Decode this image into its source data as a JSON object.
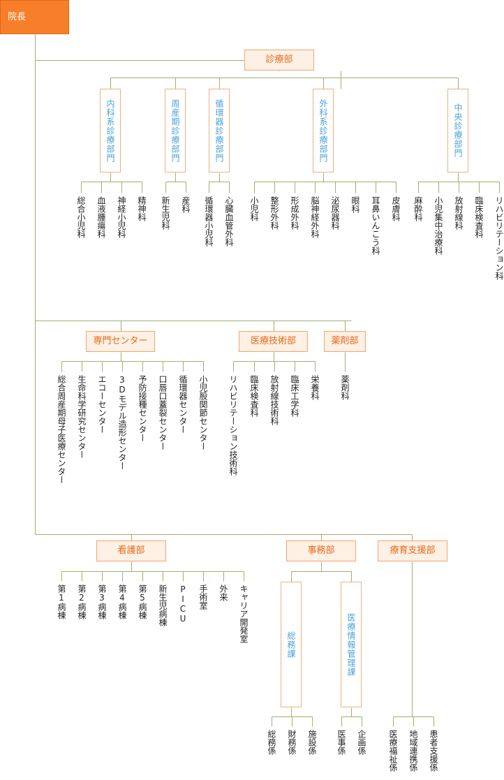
{
  "root": "院長",
  "clinical": {
    "title": "診療部",
    "groups": [
      {
        "name": "内科系診療部門",
        "members": [
          "総合小児科",
          "血液腫瘍科",
          "神経小児科",
          "精神科"
        ]
      },
      {
        "name": "周産期診療部門",
        "members": [
          "新生児科",
          "産科"
        ]
      },
      {
        "name": "循環器診療部門",
        "members": [
          "循環器小児科",
          "心臓血管外科"
        ]
      },
      {
        "name": "外科系診療部門",
        "members": [
          "小児科",
          "整形外科",
          "形成外科",
          "脳神経外科",
          "泌尿器科",
          "眼科",
          "耳鼻いんこう科",
          "皮膚科"
        ]
      },
      {
        "name": "中央診療部門",
        "members": [
          "麻酔科",
          "小児集中治療科",
          "放射線科",
          "臨床検査科",
          "リハビリテーション科"
        ]
      }
    ]
  },
  "center": {
    "title": "専門センター",
    "members": [
      "総合周産期母子医療センター",
      "生命科学研究センター",
      "エコーセンター",
      "3Dモデル造形センター",
      "予防接種センター",
      "口唇口蓋裂センター",
      "循環器センター",
      "小児股関節センター"
    ]
  },
  "medtech": {
    "title": "医療技術部",
    "members": [
      "リハビリテーション技術科",
      "臨床検査科",
      "放射線技術科",
      "臨床工学科",
      "栄養科"
    ]
  },
  "pharmacy": {
    "title": "薬剤部",
    "members": [
      "薬剤科"
    ]
  },
  "nursing": {
    "title": "看護部",
    "members": [
      "第1病棟",
      "第2病棟",
      "第3病棟",
      "第4病棟",
      "第5病棟",
      "新生児病棟",
      "PICU",
      "手術室",
      "外来",
      "キャリア開発室"
    ]
  },
  "admin": {
    "title": "事務部",
    "groups": [
      {
        "name": "総務課",
        "members": [
          "総務係",
          "財務係",
          "施設係"
        ]
      },
      {
        "name": "医療情報管理課",
        "members": [
          "医事係",
          "企画係"
        ]
      }
    ]
  },
  "support": {
    "title": "療育支援部",
    "members": [
      "医療福祉係",
      "地域連携係",
      "患者支援係"
    ]
  },
  "colors": {
    "line": "#a0b070",
    "root_bg": "#f77f2a",
    "dept_bg": "#fdf0e4",
    "dept_border": "#f5a56a",
    "dept_text": "#e86a1a",
    "group_text": "#4aa0d8"
  }
}
